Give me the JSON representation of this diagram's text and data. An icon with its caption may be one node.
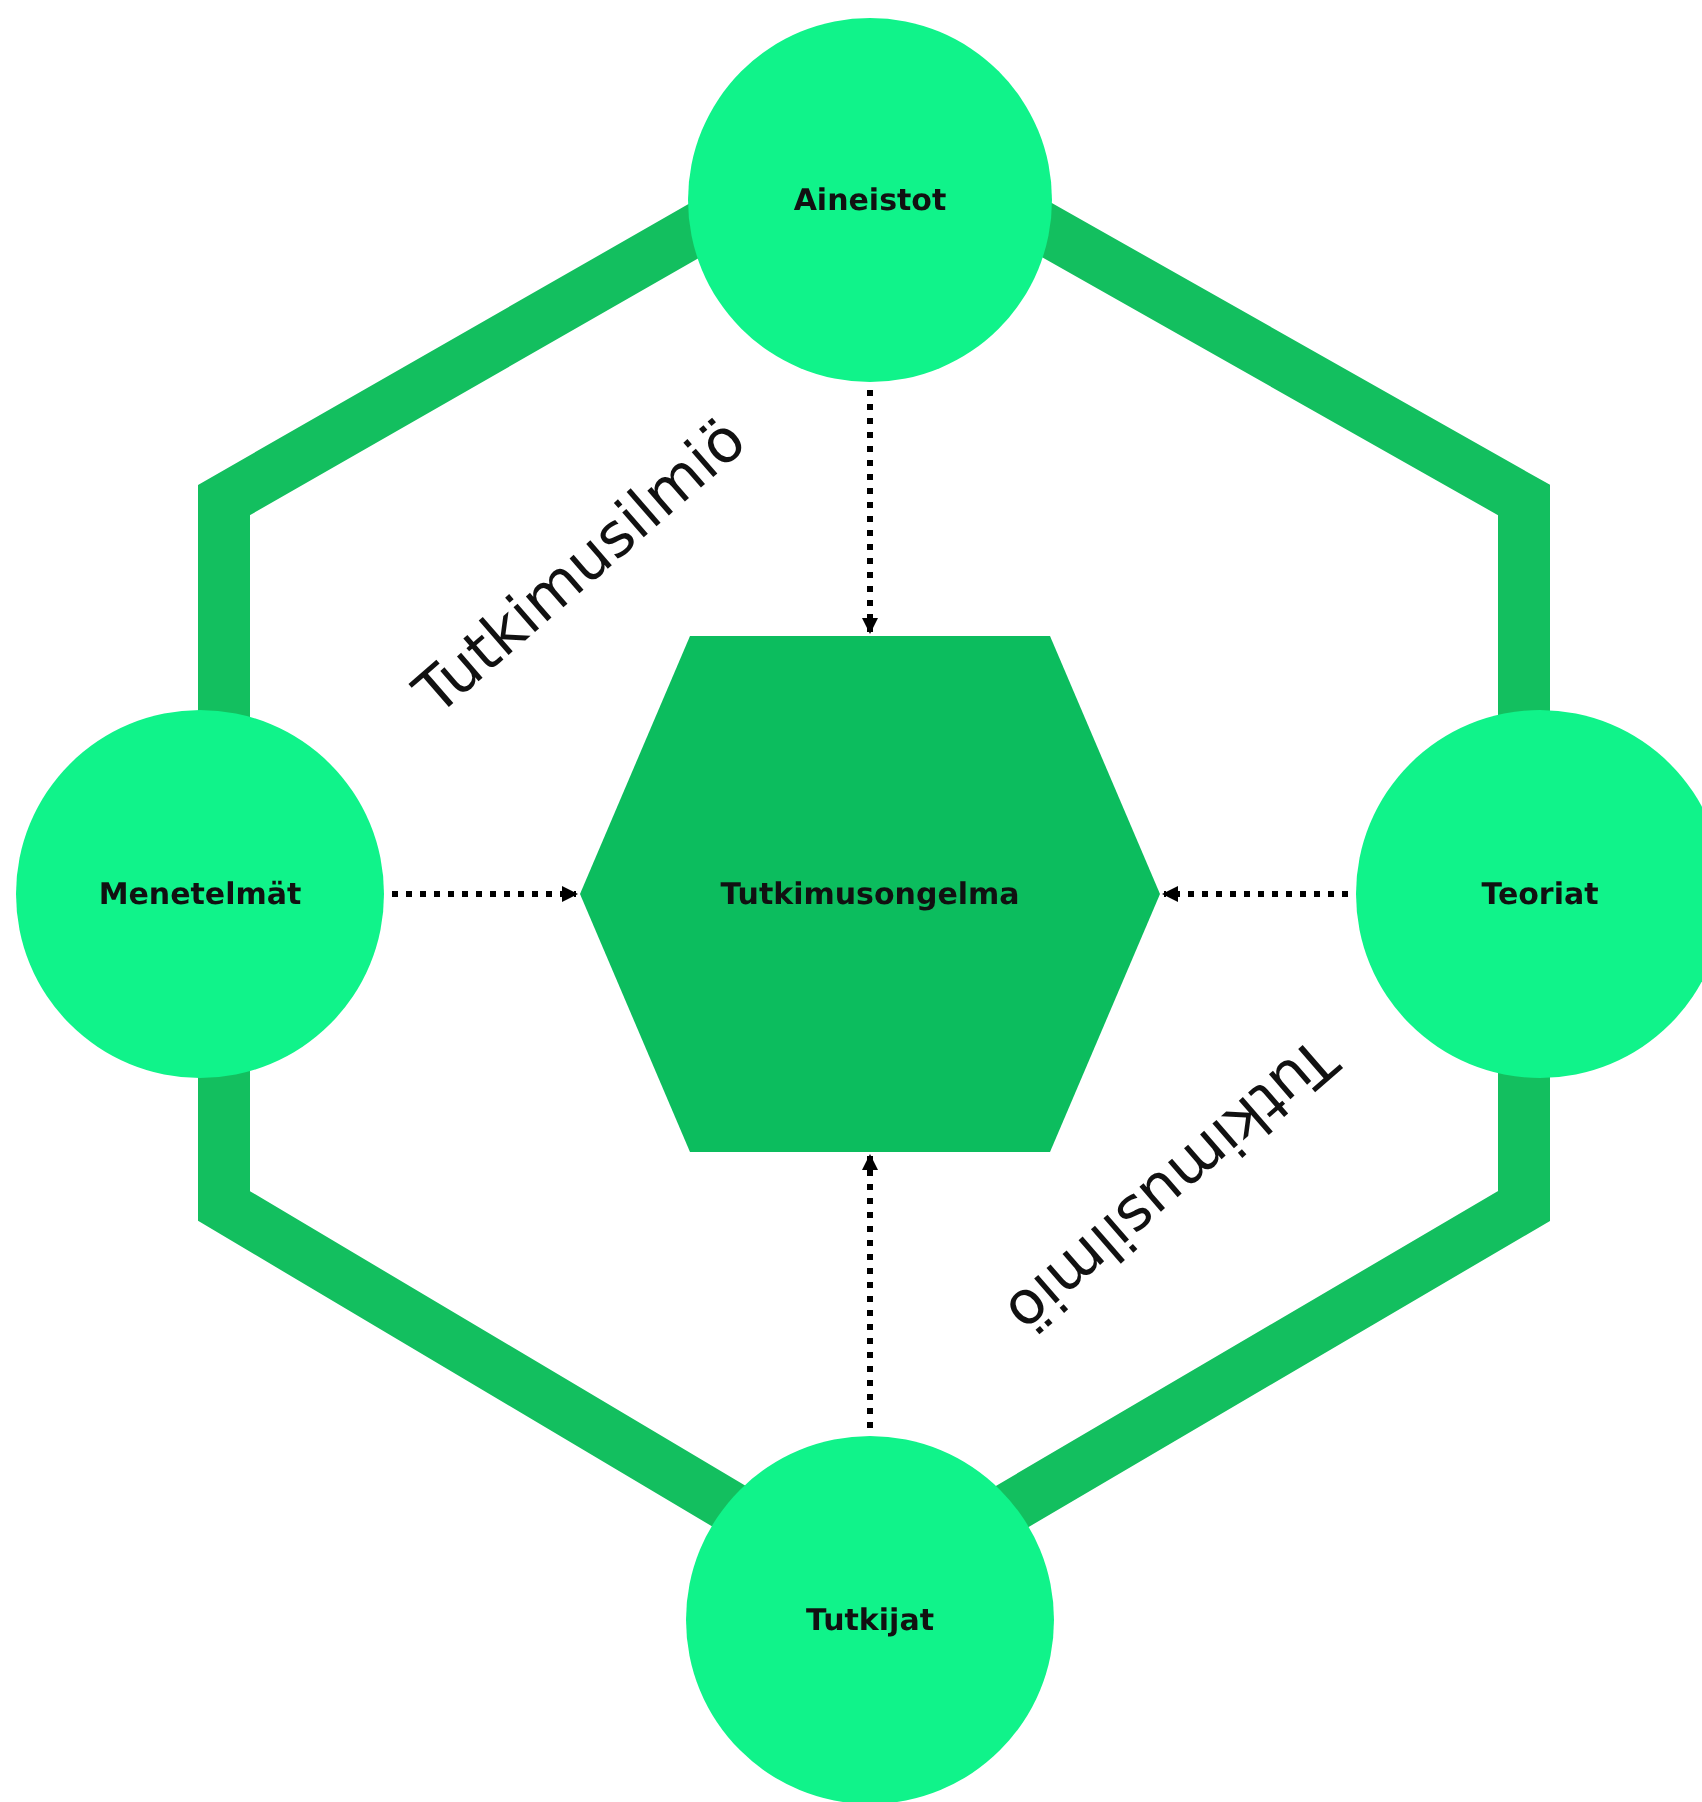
{
  "diagram": {
    "nodes": [
      {
        "text": [
          "Aineistot"
        ]
      },
      {
        "text": [
          "Menetelmät"
        ]
      },
      {
        "text": [
          "Tutkimusongelma"
        ]
      },
      {
        "text": [
          "Teoriat"
        ]
      },
      {
        "text": [
          "Tutkijat"
        ]
      }
    ],
    "edges": [
      {
        "from": 0,
        "to": 2,
        "arrow": "to",
        "style": "dashed"
      },
      {
        "from": 1,
        "to": 2,
        "arrow": "to",
        "style": "dashed"
      },
      {
        "from": 3,
        "to": 2,
        "arrow": "to",
        "style": "dashed"
      },
      {
        "from": 4,
        "to": 2,
        "arrow": "to",
        "style": "dashed"
      }
    ],
    "labels": [
      "Tutkimusilmiö",
      "Tutkimusilmiö"
    ]
  }
}
